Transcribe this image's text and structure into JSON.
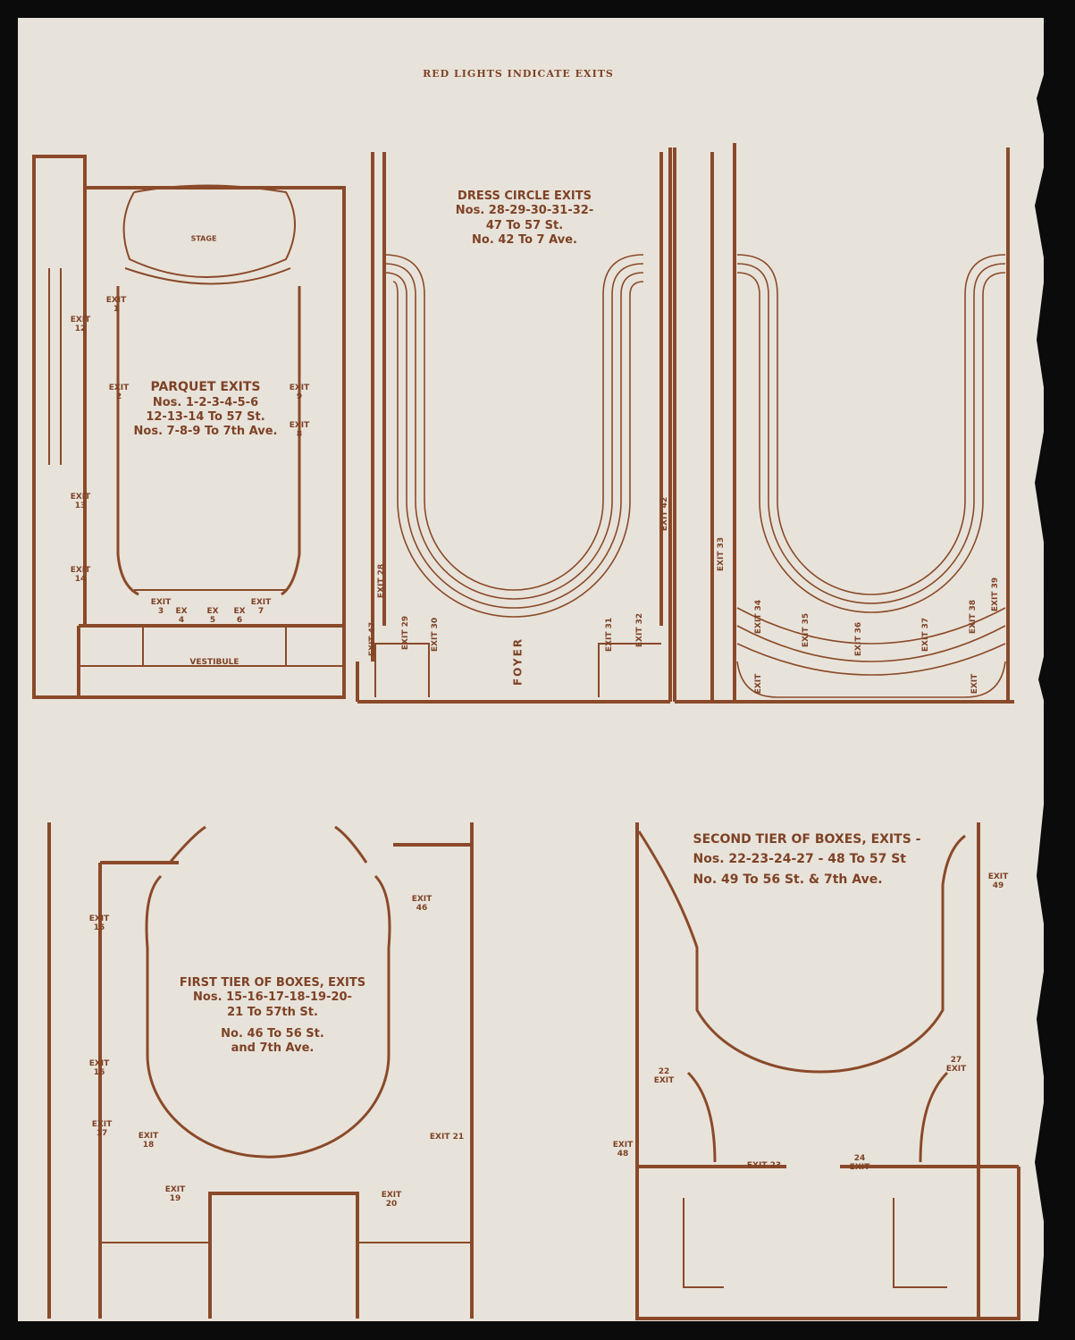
{
  "title": "RED LIGHTS INDICATE EXITS",
  "colors": {
    "ink": "#8a4a2a",
    "paper": "#e8e3da",
    "background": "#0b0b0b"
  },
  "notes": {
    "parquet": [
      "PARQUET EXITS",
      "Nos. 1-2-3-4-5-6",
      "12-13-14 To 57 St.",
      "Nos. 7-8-9 To 7th Ave."
    ],
    "dress_circle": [
      "DRESS CIRCLE EXITS",
      "Nos. 28-29-30-31-32-",
      "47 To 57 St.",
      "No. 42 To 7 Ave."
    ],
    "first_tier": [
      "FIRST TIER OF BOXES, EXITS",
      "Nos. 15-16-17-18-19-20-",
      "21 To 57th St.",
      "No. 46 To 56 St.",
      "and 7th Ave."
    ],
    "second_tier": [
      "SECOND TIER OF BOXES, EXITS -",
      "Nos. 22-23-24-27 - 48 To 57 St",
      "No. 49 To 56 St. & 7th Ave."
    ]
  },
  "rooms": {
    "stage": "STAGE",
    "vestibule": "VESTIBULE",
    "foyer": "FOYER"
  },
  "exit_labels": [
    "EXIT\n1",
    "EXIT\n12",
    "EXIT\n2",
    "EXIT\n9",
    "EXIT\n8",
    "EXIT\n13",
    "EXIT\n14",
    "EXIT\n3",
    "EX\n4",
    "EX\n5",
    "EX\n6",
    "EXIT\n7",
    "EXIT 28",
    "EXIT 47",
    "EXIT 29",
    "EXIT 30",
    "EXIT 31",
    "EXIT 32",
    "EXIT 42",
    "EXIT 33",
    "EXIT 34",
    "EXIT 35",
    "EXIT 36",
    "EXIT 37",
    "EXIT 38",
    "EXIT 39",
    "EXIT",
    "EXIT",
    "EXIT\n15",
    "EXIT\n46",
    "EXIT\n16",
    "EXIT\n17",
    "EXIT\n18",
    "EXIT\n19",
    "EXIT 21",
    "EXIT\n20",
    "EXIT\n49",
    "22\nEXIT",
    "27\nEXIT",
    "EXIT\n48",
    "EXIT 23",
    "24\nEXIT"
  ]
}
